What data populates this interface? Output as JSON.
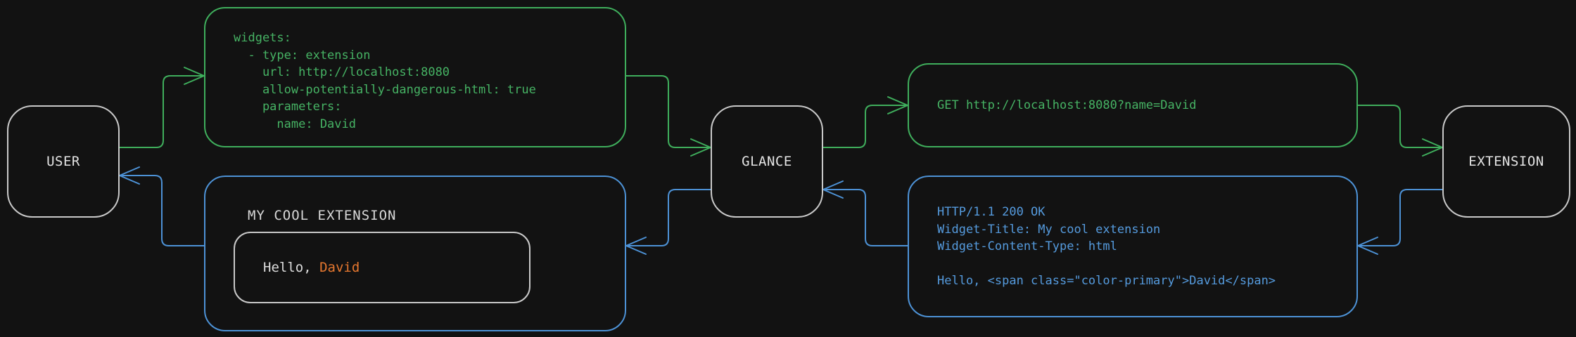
{
  "colors": {
    "background": "#121212",
    "request_green": "#3fae5c",
    "response_blue": "#4d92d6",
    "primary_orange": "#e5772f",
    "node_border": "#c9c9c9"
  },
  "nodes": {
    "user": {
      "label": "USER"
    },
    "glance": {
      "label": "GLANCE"
    },
    "extension": {
      "label": "EXTENSION"
    }
  },
  "config_box": {
    "lines": [
      "widgets:",
      "  - type: extension",
      "    url: http://localhost:8080",
      "    allow-potentially-dangerous-html: true",
      "    parameters:",
      "      name: David"
    ]
  },
  "request_box": {
    "text": "GET http://localhost:8080?name=David"
  },
  "response_box": {
    "lines": [
      "HTTP/1.1 200 OK",
      "Widget-Title: My cool extension",
      "Widget-Content-Type: html",
      "",
      "Hello, <span class=\"color-primary\">David</span>"
    ]
  },
  "widget_box": {
    "title": "MY COOL EXTENSION",
    "greeting_prefix": "Hello, ",
    "greeting_name": "David"
  }
}
